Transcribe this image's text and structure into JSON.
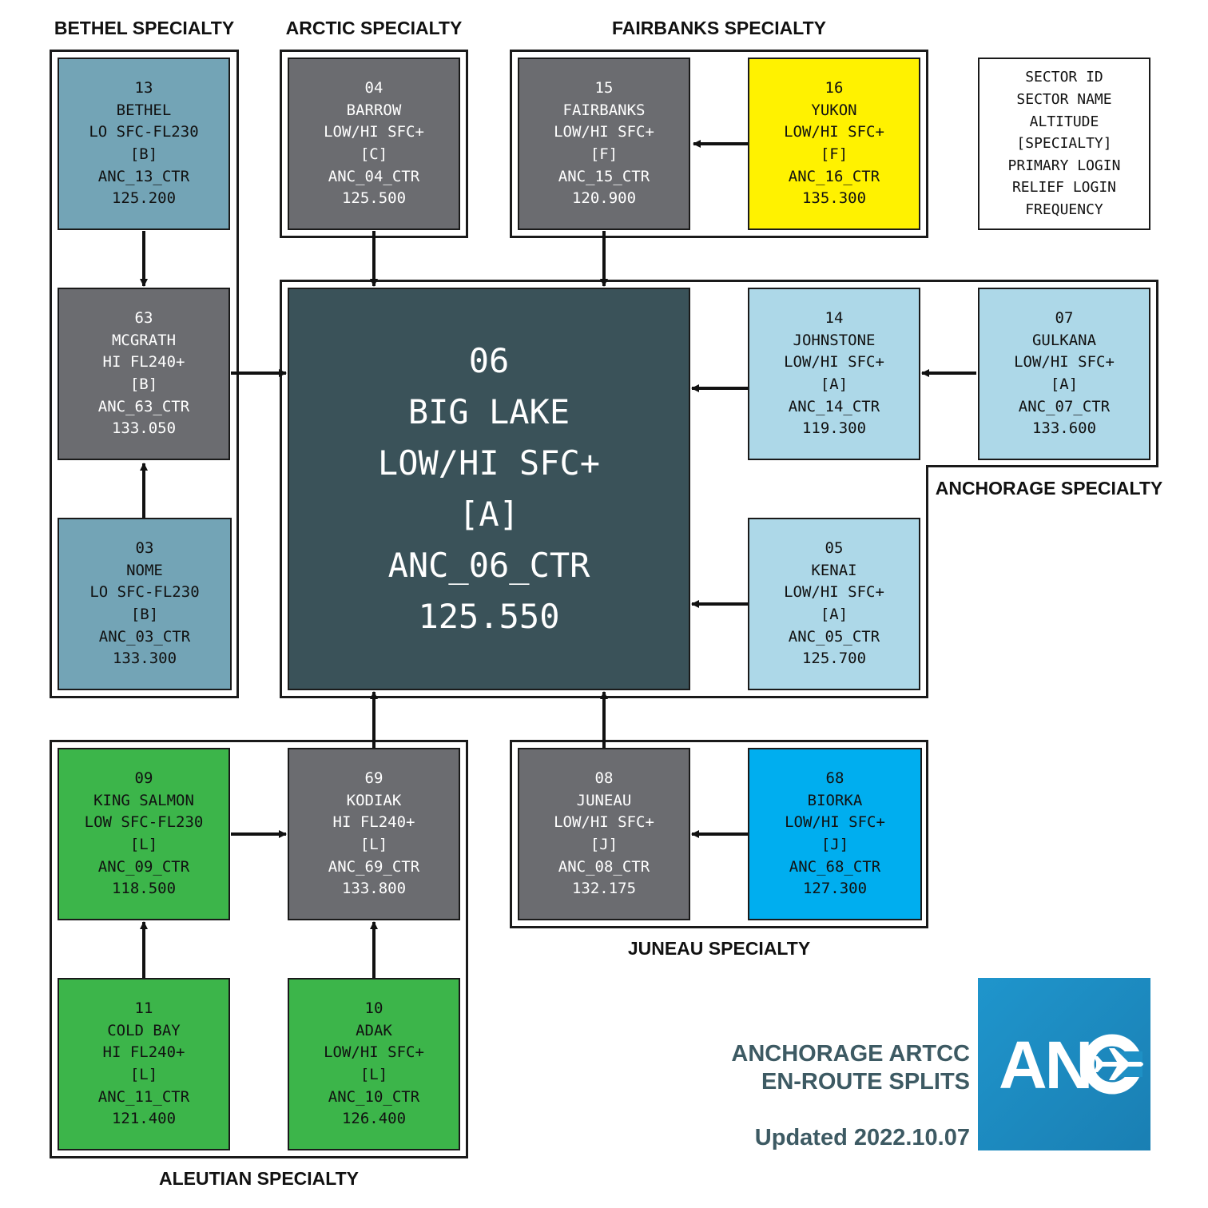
{
  "colors": {
    "bethel": "#73a4b6",
    "gray": "#6b6c70",
    "yukon": "#fff200",
    "center": "#3a5259",
    "anchorage": "#add8e8",
    "aleutian": "#3cb54a",
    "biorka": "#00aeef",
    "title": "#3d5a63",
    "logo": "#1f95cc"
  },
  "groups": {
    "bethel": "BETHEL SPECIALTY",
    "arctic": "ARCTIC SPECIALTY",
    "fairbanks": "FAIRBANKS SPECIALTY",
    "anchorage": "ANCHORAGE SPECIALTY",
    "aleutian": "ALEUTIAN SPECIALTY",
    "juneau": "JUNEAU SPECIALTY"
  },
  "sectors": {
    "s13": {
      "id": "13",
      "name": "BETHEL",
      "alt": "LO SFC-FL230",
      "spec": "[B]",
      "login": "ANC_13_CTR",
      "freq": "125.200"
    },
    "s63": {
      "id": "63",
      "name": "MCGRATH",
      "alt": "HI FL240+",
      "spec": "[B]",
      "login": "ANC_63_CTR",
      "freq": "133.050"
    },
    "s03": {
      "id": "03",
      "name": "NOME",
      "alt": "LO SFC-FL230",
      "spec": "[B]",
      "login": "ANC_03_CTR",
      "freq": "133.300"
    },
    "s04": {
      "id": "04",
      "name": "BARROW",
      "alt": "LOW/HI SFC+",
      "spec": "[C]",
      "login": "ANC_04_CTR",
      "freq": "125.500"
    },
    "s15": {
      "id": "15",
      "name": "FAIRBANKS",
      "alt": "LOW/HI SFC+",
      "spec": "[F]",
      "login": "ANC_15_CTR",
      "freq": "120.900"
    },
    "s16": {
      "id": "16",
      "name": "YUKON",
      "alt": "LOW/HI SFC+",
      "spec": "[F]",
      "login": "ANC_16_CTR",
      "freq": "135.300"
    },
    "s06": {
      "id": "06",
      "name": "BIG LAKE",
      "alt": "LOW/HI SFC+",
      "spec": "[A]",
      "login": "ANC_06_CTR",
      "freq": "125.550"
    },
    "s14": {
      "id": "14",
      "name": "JOHNSTONE",
      "alt": "LOW/HI SFC+",
      "spec": "[A]",
      "login": "ANC_14_CTR",
      "freq": "119.300"
    },
    "s07": {
      "id": "07",
      "name": "GULKANA",
      "alt": "LOW/HI SFC+",
      "spec": "[A]",
      "login": "ANC_07_CTR",
      "freq": "133.600"
    },
    "s05": {
      "id": "05",
      "name": "KENAI",
      "alt": "LOW/HI SFC+",
      "spec": "[A]",
      "login": "ANC_05_CTR",
      "freq": "125.700"
    },
    "s09": {
      "id": "09",
      "name": "KING SALMON",
      "alt": "LOW SFC-FL230",
      "spec": "[L]",
      "login": "ANC_09_CTR",
      "freq": "118.500"
    },
    "s69": {
      "id": "69",
      "name": "KODIAK",
      "alt": "HI FL240+",
      "spec": "[L]",
      "login": "ANC_69_CTR",
      "freq": "133.800"
    },
    "s11": {
      "id": "11",
      "name": "COLD BAY",
      "alt": "HI FL240+",
      "spec": "[L]",
      "login": "ANC_11_CTR",
      "freq": "121.400"
    },
    "s10": {
      "id": "10",
      "name": "ADAK",
      "alt": "LOW/HI SFC+",
      "spec": "[L]",
      "login": "ANC_10_CTR",
      "freq": "126.400"
    },
    "s08": {
      "id": "08",
      "name": "JUNEAU",
      "alt": "LOW/HI SFC+",
      "spec": "[J]",
      "login": "ANC_08_CTR",
      "freq": "132.175"
    },
    "s68": {
      "id": "68",
      "name": "BIORKA",
      "alt": "LOW/HI SFC+",
      "spec": "[J]",
      "login": "ANC_68_CTR",
      "freq": "127.300"
    }
  },
  "legend": [
    "SECTOR ID",
    "SECTOR NAME",
    "ALTITUDE",
    "[SPECIALTY]",
    "PRIMARY LOGIN",
    "RELIEF LOGIN",
    "FREQUENCY"
  ],
  "title": {
    "line1": "ANCHORAGE ARTCC",
    "line2": "EN-ROUTE SPLITS",
    "updated": "Updated 2022.10.07"
  },
  "logo": {
    "text": "ANC",
    "icon": "airplane-icon"
  }
}
